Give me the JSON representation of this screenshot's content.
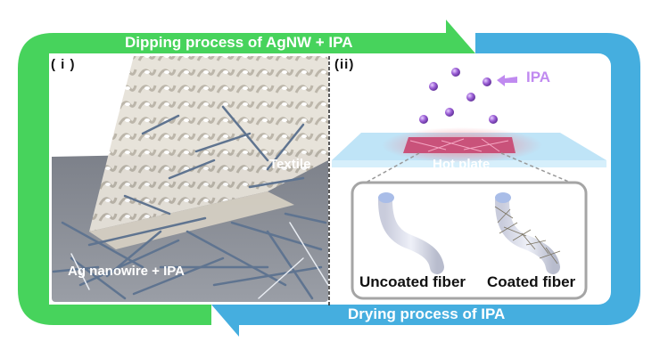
{
  "top_band": {
    "label": "Dipping process of AgNW + IPA",
    "color": "#47d35c"
  },
  "bottom_band": {
    "label": "Drying process of IPA",
    "color": "#45aedf"
  },
  "panel_i": {
    "id": "( i )",
    "textile_label": "Textile",
    "substrate_label": "Ag nanowire + IPA"
  },
  "panel_ii": {
    "id": "(ii)",
    "vapor_label": "IPA",
    "vapor_color": "#c08af0",
    "hotplate_label": "Hot plate",
    "uncoated_label": "Uncoated fiber",
    "coated_label": "Coated fiber"
  }
}
